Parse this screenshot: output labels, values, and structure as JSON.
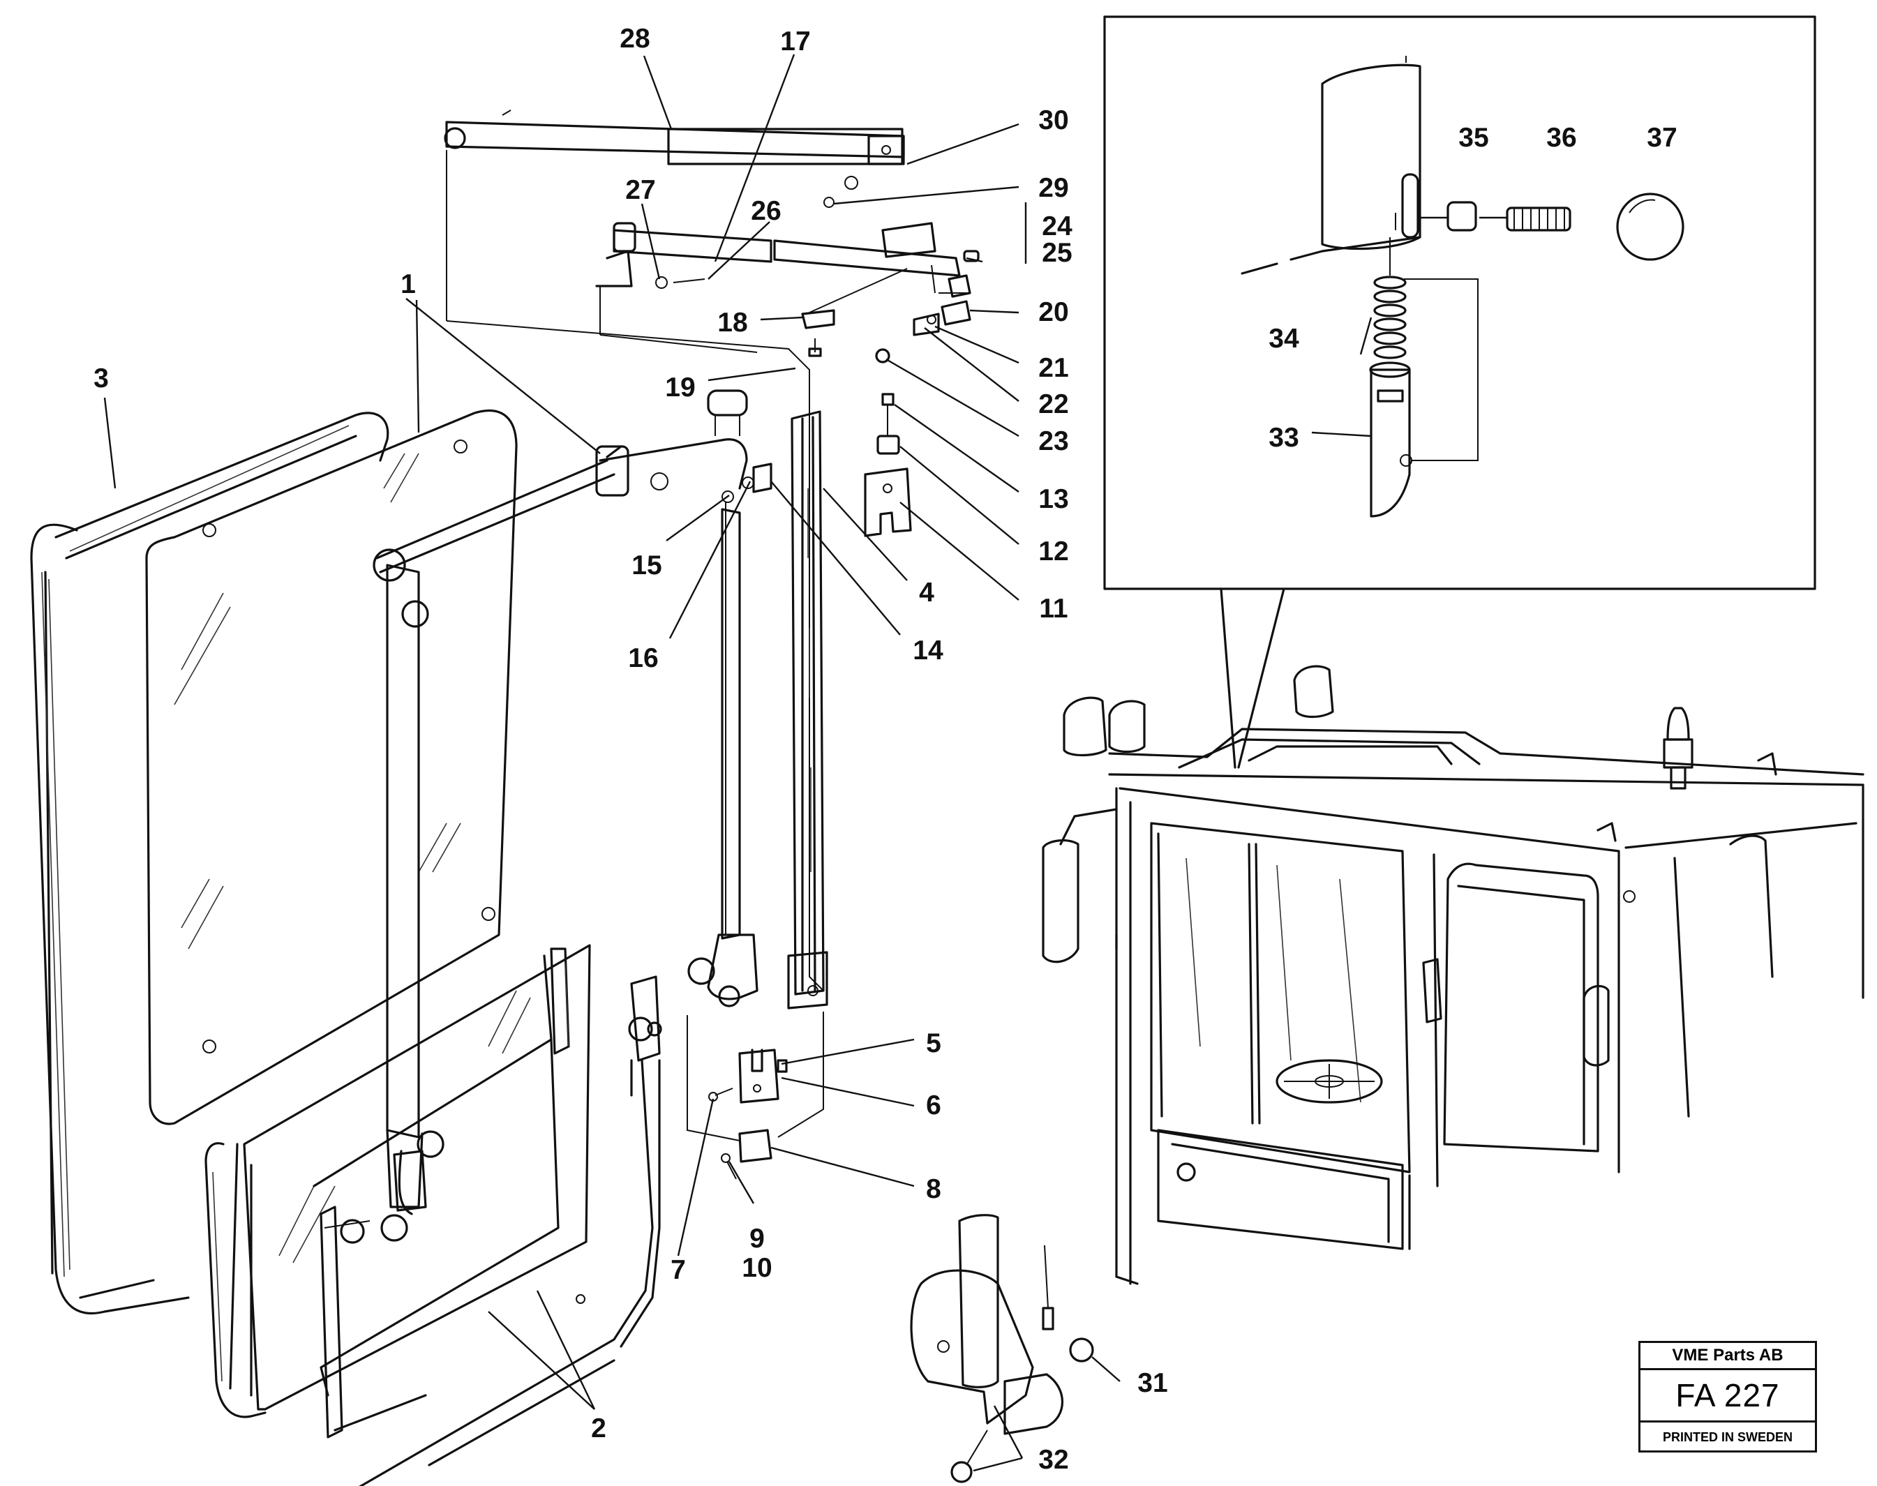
{
  "callouts": [
    {
      "id": "28",
      "text": "28"
    },
    {
      "id": "17",
      "text": "17"
    },
    {
      "id": "30",
      "text": "30"
    },
    {
      "id": "29",
      "text": "29"
    },
    {
      "id": "27",
      "text": "27"
    },
    {
      "id": "26",
      "text": "26"
    },
    {
      "id": "24",
      "text": "24"
    },
    {
      "id": "25",
      "text": "25"
    },
    {
      "id": "18",
      "text": "18"
    },
    {
      "id": "20",
      "text": "20"
    },
    {
      "id": "21",
      "text": "21"
    },
    {
      "id": "22",
      "text": "22"
    },
    {
      "id": "23",
      "text": "23"
    },
    {
      "id": "19",
      "text": "19"
    },
    {
      "id": "13",
      "text": "13"
    },
    {
      "id": "12",
      "text": "12"
    },
    {
      "id": "11",
      "text": "11"
    },
    {
      "id": "1",
      "text": "1"
    },
    {
      "id": "3",
      "text": "3"
    },
    {
      "id": "15",
      "text": "15"
    },
    {
      "id": "4",
      "text": "4"
    },
    {
      "id": "16",
      "text": "16"
    },
    {
      "id": "14",
      "text": "14"
    },
    {
      "id": "5",
      "text": "5"
    },
    {
      "id": "6",
      "text": "6"
    },
    {
      "id": "8",
      "text": "8"
    },
    {
      "id": "7",
      "text": "7"
    },
    {
      "id": "9",
      "text": "9"
    },
    {
      "id": "10",
      "text": "10"
    },
    {
      "id": "2",
      "text": "2"
    },
    {
      "id": "31",
      "text": "31"
    },
    {
      "id": "32",
      "text": "32"
    },
    {
      "id": "35",
      "text": "35"
    },
    {
      "id": "36",
      "text": "36"
    },
    {
      "id": "37",
      "text": "37"
    },
    {
      "id": "34",
      "text": "34"
    },
    {
      "id": "33",
      "text": "33"
    }
  ],
  "stamp": {
    "company": "VME Parts AB",
    "code": "FA 227",
    "printed": "PRINTED IN SWEDEN"
  }
}
